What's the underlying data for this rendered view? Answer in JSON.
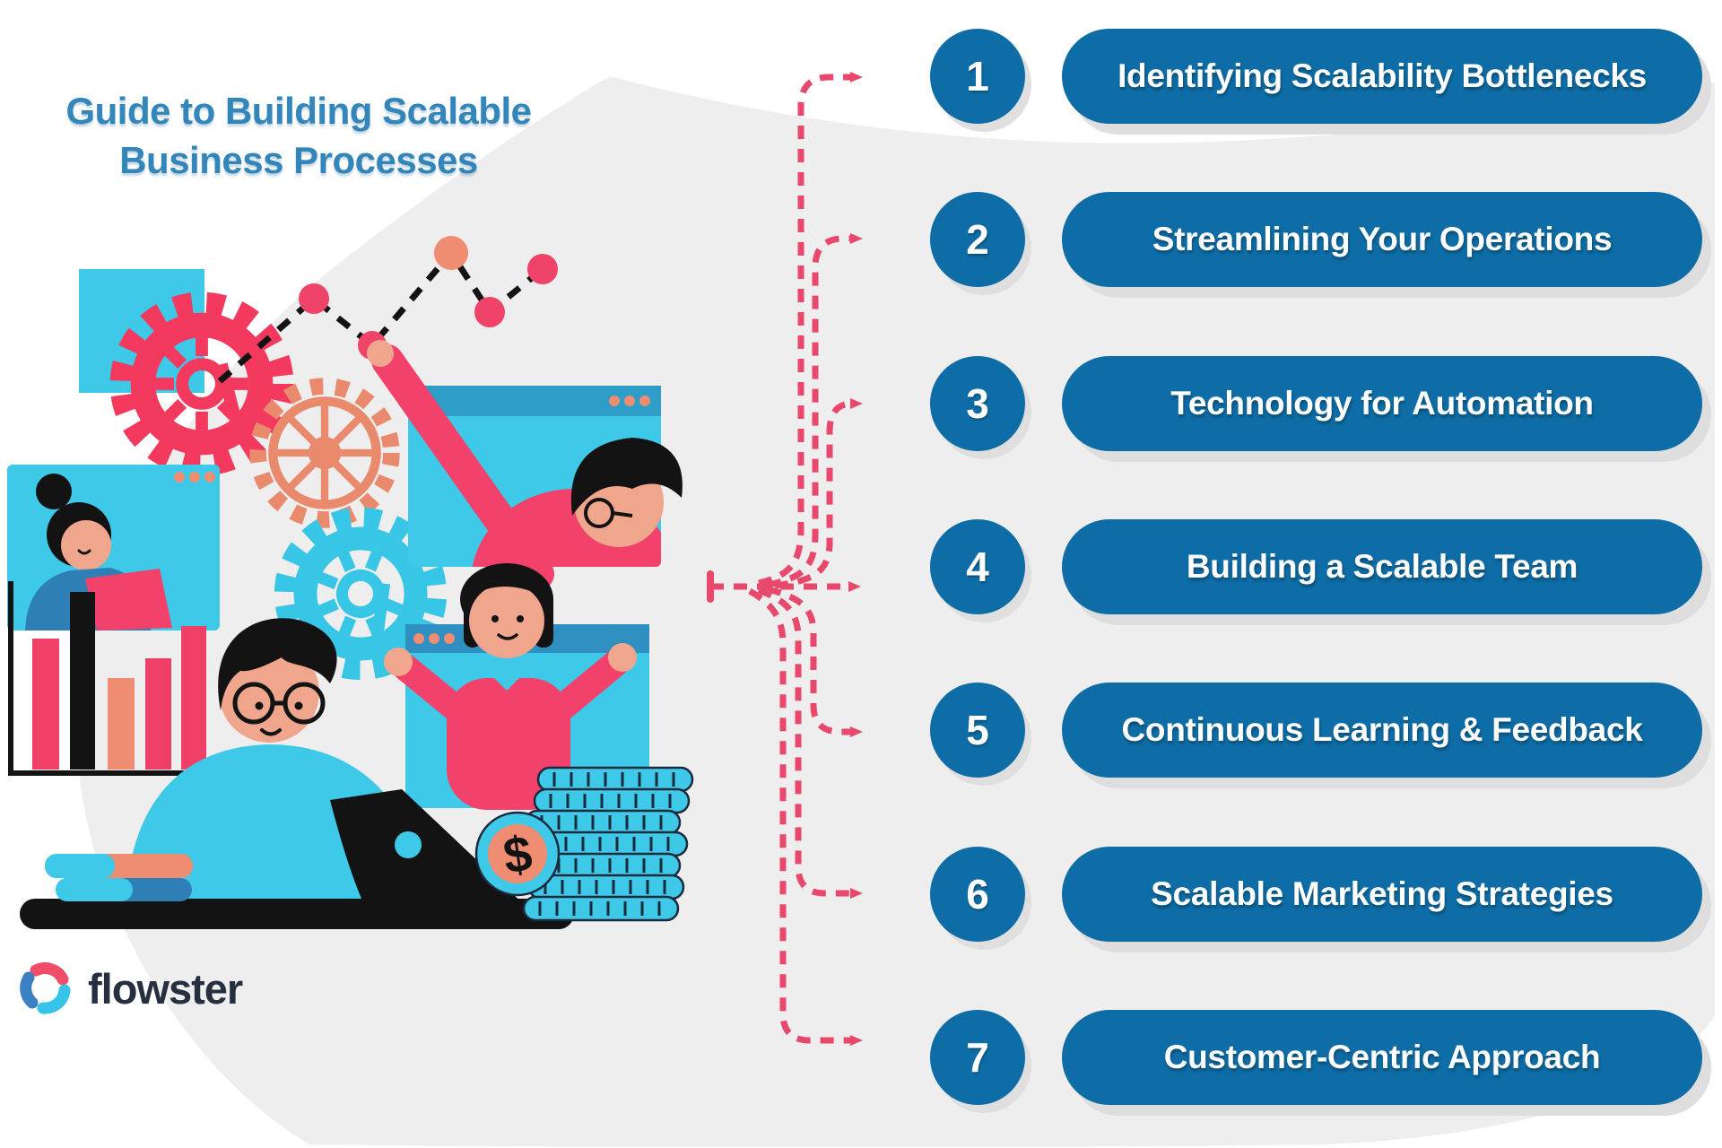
{
  "title": {
    "line1": "Guide to Building Scalable",
    "line2": "Business Processes"
  },
  "brand": {
    "name": "flowster"
  },
  "steps": [
    {
      "number": "1",
      "label": "Identifying Scalability Bottlenecks"
    },
    {
      "number": "2",
      "label": "Streamlining Your Operations"
    },
    {
      "number": "3",
      "label": "Technology for Automation"
    },
    {
      "number": "4",
      "label": "Building a Scalable Team"
    },
    {
      "number": "5",
      "label": "Continuous Learning & Feedback"
    },
    {
      "number": "6",
      "label": "Scalable Marketing Strategies"
    },
    {
      "number": "7",
      "label": "Customer-Centric Approach"
    }
  ],
  "illustration": {
    "dollar_symbol": "$"
  },
  "colors": {
    "step_blue": "#0e6da6",
    "connector_pink": "#e8486c",
    "title_blue": "#3286ba",
    "background_gray": "#efeeee",
    "brand_navy": "#252f40",
    "cyan": "#3ec9e8",
    "crimson": "#f2426b",
    "salmon": "#ee8d71"
  }
}
